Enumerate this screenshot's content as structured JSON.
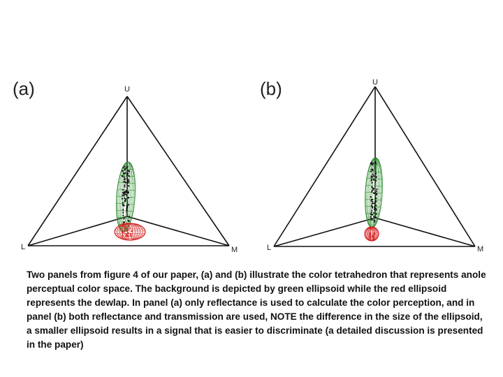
{
  "panels": [
    {
      "id": "a",
      "label": "(a)",
      "vertices": {
        "top": "U",
        "left": "L",
        "right": "M"
      },
      "green_ellipsoid": "background",
      "red_ellipsoid": "dewlap"
    },
    {
      "id": "b",
      "label": "(b)",
      "vertices": {
        "top": "U",
        "left": "L",
        "right": "M"
      },
      "green_ellipsoid": "background",
      "red_ellipsoid": "dewlap"
    }
  ],
  "colors": {
    "green_ellipsoid": "#2e8b2e",
    "red_ellipsoid": "#d42020",
    "edges": "#111111"
  },
  "caption": "Two panels from figure 4 of our paper, (a) and (b) illustrate the color tetrahedron that represents anole perceptual color space. The background is depicted by green ellipsoid while the red ellipsoid represents the dewlap. In panel (a) only reflectance is used to calculate the color perception, and in panel (b) both reflectance and transmission are used, NOTE the difference in the size of the ellipsoid, a smaller ellipsoid results in a signal that is easier to discriminate  (a detailed discussion is presented in the paper)"
}
